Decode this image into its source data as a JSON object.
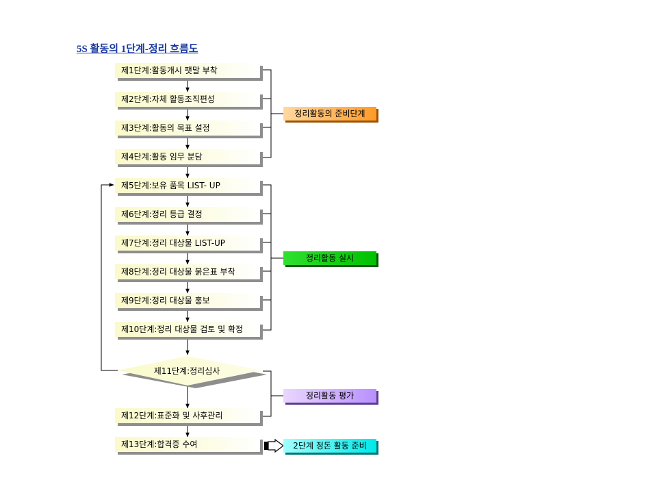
{
  "title": "5S 활동의 1단계-정리 흐름도",
  "steps": [
    "제1단계:활동개시 팻말 부착",
    "제2단계:자체 활동조직편성",
    "제3단계:활동의 목표 설정",
    "제4단계:활동 임무 분담",
    "제5단계:보유 품목 LIST- UP",
    "제6단계:정리 등급 결정",
    "제7단계:정리 대상물 LIST-UP",
    "제8단계:정리 대상물 붉은표 부착",
    "제9단계:정리 대상물 홍보",
    "제10단계:정리 대상물 검토 및 확정"
  ],
  "decision": "제11단계:정리심사",
  "final_steps": [
    "제12단계:표준화 및 사후관리",
    "제13단계:합격증 수여"
  ],
  "groups": {
    "prep": "정리활동의 준비단계",
    "exec": "정리활동 실시",
    "eval": "정리활동 평가",
    "next": "2단계 정돈 활동 준비"
  },
  "colors": {
    "title": "#1a3aa0",
    "step_fill": "#fafacb",
    "decision_fill": "#fafacb",
    "prep": "#ff9a28",
    "exec": "#00c000",
    "eval": "#b890ff",
    "next": "#00e8e8"
  }
}
